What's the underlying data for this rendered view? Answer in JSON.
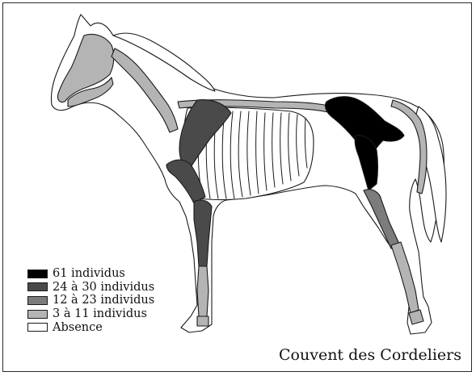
{
  "legend": {
    "items": [
      {
        "label": "61 individus",
        "color": "#000000"
      },
      {
        "label": "24 à 30 individus",
        "color": "#4a4a4a"
      },
      {
        "label": "12 à 23 individus",
        "color": "#7c7c7c"
      },
      {
        "label": "3 à 11 individus",
        "color": "#b4b4b4"
      },
      {
        "label": "Absence",
        "color": "#ffffff"
      }
    ]
  },
  "site_title": "Couvent des Cordeliers"
}
